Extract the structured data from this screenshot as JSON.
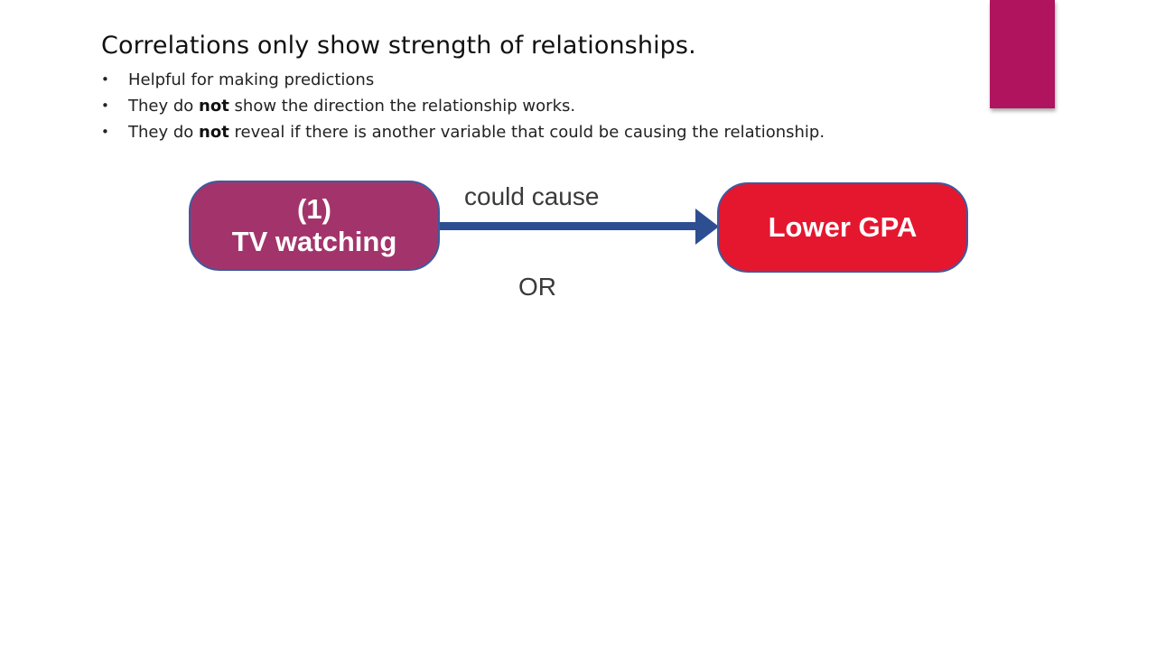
{
  "slide": {
    "heading": "Correlations only show strength of relationships.",
    "bullets": [
      {
        "before": "Helpful for making predictions",
        "bold": "",
        "after": ""
      },
      {
        "before": "They do ",
        "bold": "not",
        "after": " show the direction the relationship works."
      },
      {
        "before": "They do ",
        "bold": "not",
        "after": " reveal if there is another variable that could be causing the relationship."
      }
    ],
    "bullet_symbol": "•"
  },
  "diagram": {
    "source_node": {
      "line1": "(1)",
      "line2": "TV watching",
      "color": "#a3346b"
    },
    "edge_label": "could cause",
    "target_node": {
      "label": "Lower GPA",
      "color": "#e4172f"
    },
    "separator": "OR",
    "arrow_color": "#2e4e92",
    "node_border_color": "#3d5a9e"
  },
  "theme": {
    "accent_color": "#b0145f"
  }
}
